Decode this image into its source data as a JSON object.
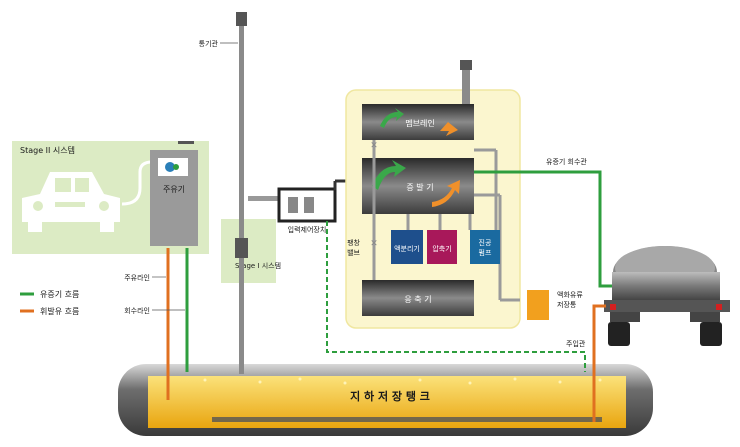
{
  "labels": {
    "vent_pipe": "통기관",
    "stage2_system": "Stage II 시스템",
    "dispenser": "주유기",
    "stage1_system": "Stage I 시스템",
    "input_controller": "입력제어장치",
    "membrane": "멤브레인",
    "evaporator": "증 발 기",
    "expansion_valve_1": "팽창",
    "expansion_valve_2": "밸브",
    "liquid_separator": "액분리기",
    "compressor": "압축기",
    "vacuum_pump_1": "진공",
    "vacuum_pump_2": "펌프",
    "condenser": "응 축 기",
    "liquefied_oil_tank_1": "액화유류",
    "liquefied_oil_tank_2": "저장통",
    "vapor_recovery_pipe": "유증기 회수관",
    "fill_pipe": "주입관",
    "fuel_line": "주유라인",
    "recovery_line": "회수라인",
    "underground_tank": "지 하 저 장 탱 크"
  },
  "legend": {
    "vapor_flow": "유증기 흐름",
    "volatile_flow": "휘발유 흐름"
  },
  "colors": {
    "vapor_flow": "#2e9e3e",
    "volatile_flow": "#e07020",
    "panel_green": "#dcebc4",
    "panel_yellow": "#fbf6cf",
    "tank_fill": "#f2b81e",
    "module_dark": "#3a3a3a",
    "liquid_separator": "#1e4f8c",
    "compressor": "#a8185a",
    "vacuum_pump": "#1a6aa0"
  }
}
